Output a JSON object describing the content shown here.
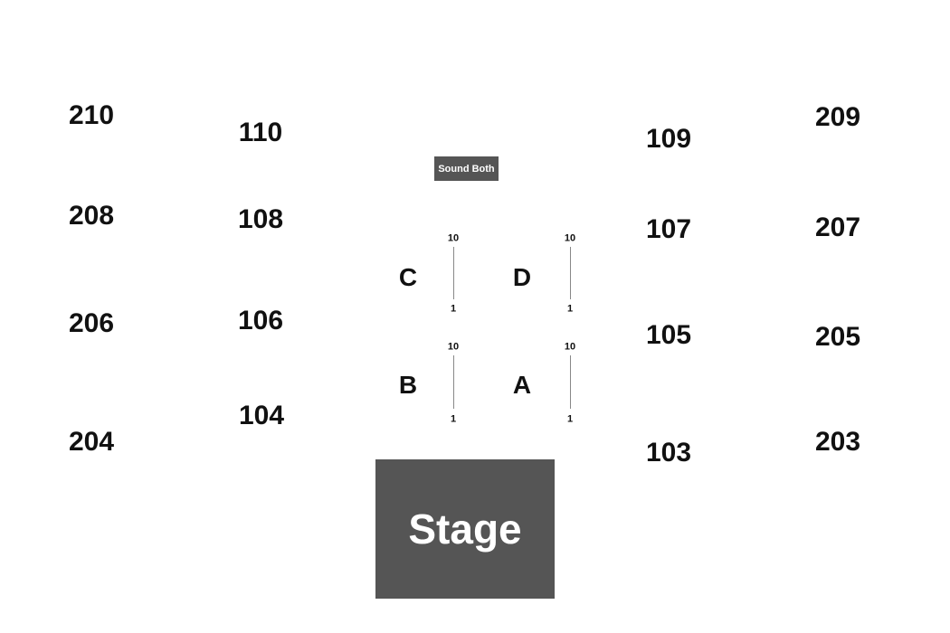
{
  "colors": {
    "background": "#ffffff",
    "section_text": "#111111",
    "block_fill": "#555555",
    "block_text": "#ffffff",
    "row_line": "#888888"
  },
  "sections": {
    "s210": "210",
    "s208": "208",
    "s206": "206",
    "s204": "204",
    "s110": "110",
    "s108": "108",
    "s106": "106",
    "s104": "104",
    "s109": "109",
    "s107": "107",
    "s105": "105",
    "s103": "103",
    "s209": "209",
    "s207": "207",
    "s205": "205",
    "s203": "203"
  },
  "floor": {
    "c": {
      "label": "C",
      "row_top": "10",
      "row_bottom": "1"
    },
    "d": {
      "label": "D",
      "row_top": "10",
      "row_bottom": "1"
    },
    "b": {
      "label": "B",
      "row_top": "10",
      "row_bottom": "1"
    },
    "a": {
      "label": "A",
      "row_top": "10",
      "row_bottom": "1"
    }
  },
  "sound_booth": "Sound Both",
  "stage": "Stage"
}
